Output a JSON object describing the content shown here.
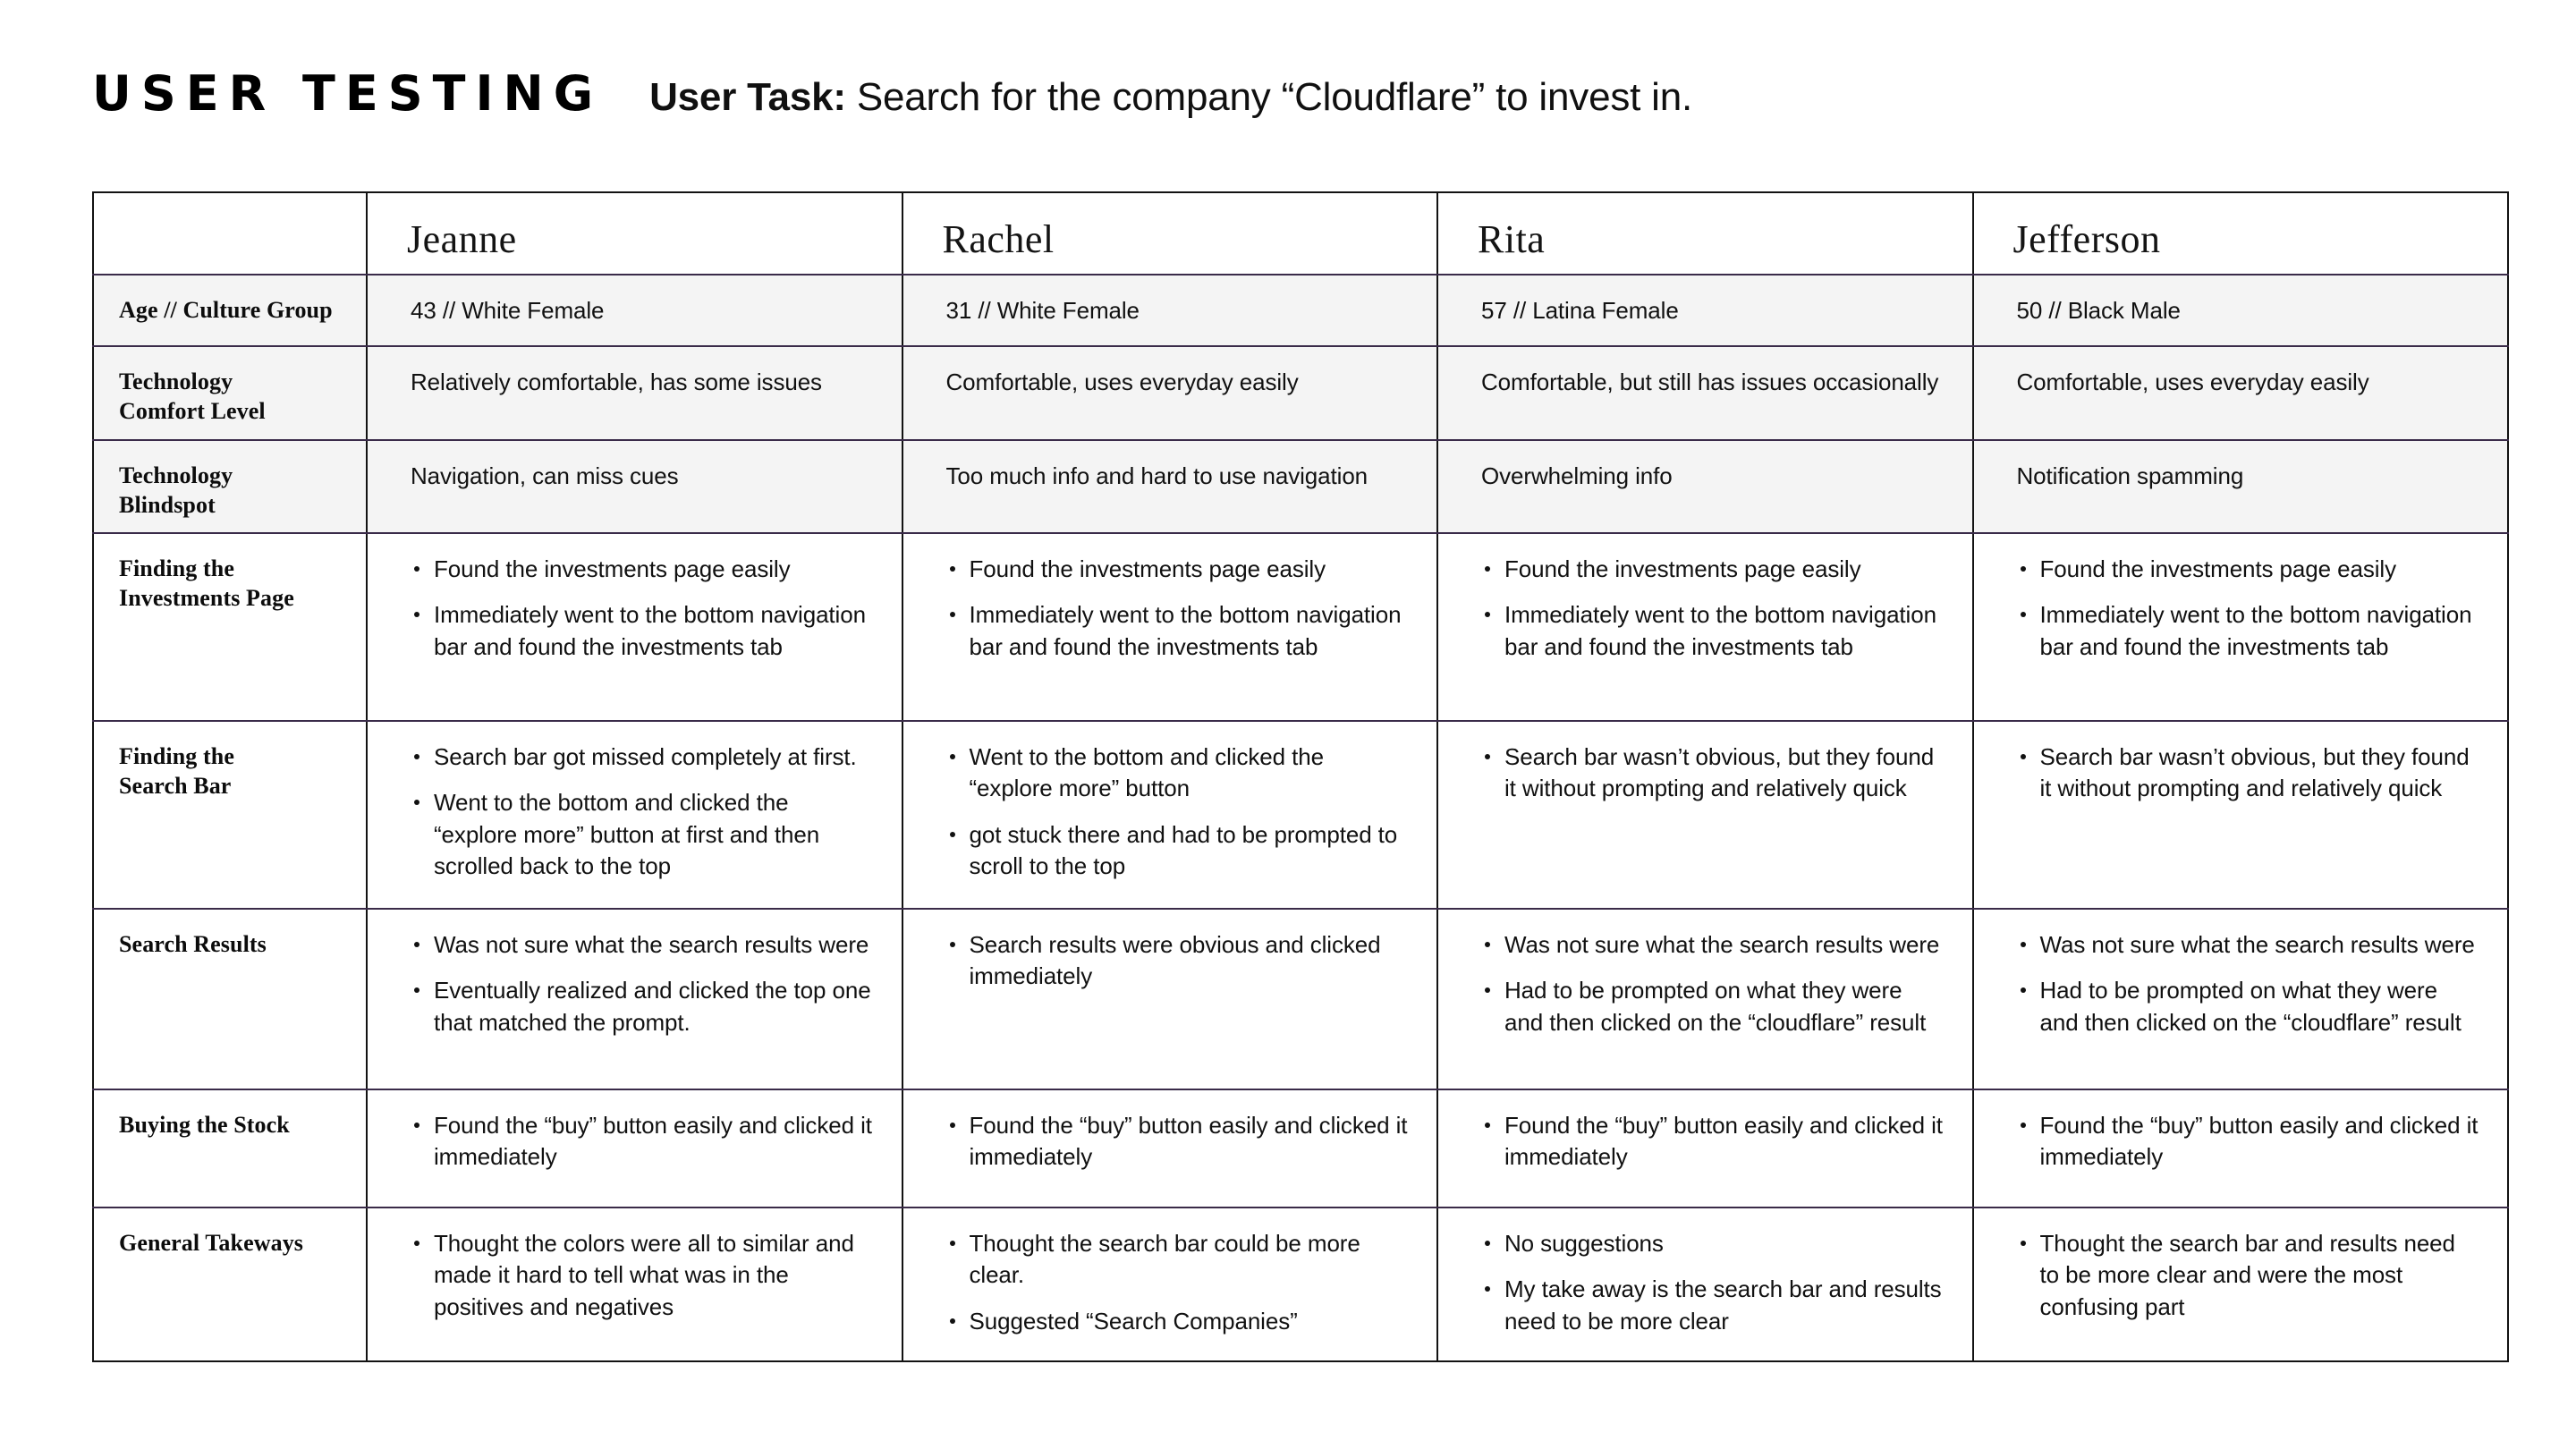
{
  "header": {
    "title": "USER TESTING",
    "task_label": "User Task:",
    "task_text": " Search for the company “Cloudflare” to invest in."
  },
  "table": {
    "corner_label": "",
    "users": [
      "Jeanne",
      "Rachel",
      "Rita",
      "Jefferson"
    ],
    "rows": [
      {
        "label": "Age // Culture Group",
        "type": "text",
        "shaded": true,
        "cells": [
          "43 // White Female",
          "31 // White Female",
          "57 // Latina Female",
          "50 // Black Male"
        ]
      },
      {
        "label": "Technology\nComfort Level",
        "label_line1": "Technology",
        "label_line2": "Comfort Level",
        "type": "text",
        "shaded": true,
        "cells": [
          "Relatively comfortable, has some issues",
          "Comfortable, uses everyday easily",
          "Comfortable, but still has issues occasionally",
          "Comfortable, uses everyday easily"
        ]
      },
      {
        "label_line1": "Technology",
        "label_line2": "Blindspot",
        "type": "text",
        "shaded": true,
        "cells": [
          "Navigation, can miss cues",
          "Too much info and hard to use navigation",
          "Overwhelming info",
          "Notification spamming"
        ]
      },
      {
        "label_line1": "Finding the",
        "label_line2": "Investments Page",
        "type": "bullets",
        "shaded": false,
        "cells": [
          [
            "Found the investments page easily",
            "Immediately went to the bottom navigation bar and found the investments tab"
          ],
          [
            "Found the investments page easily",
            "Immediately went to the bottom navigation bar and found the investments tab"
          ],
          [
            "Found the investments page easily",
            "Immediately went to the bottom navigation bar and found the investments tab"
          ],
          [
            "Found the investments page easily",
            "Immediately went to the bottom navigation bar and found the investments tab"
          ]
        ]
      },
      {
        "label_line1": "Finding the",
        "label_line2": "Search Bar",
        "type": "bullets",
        "shaded": false,
        "cells": [
          [
            "Search bar got missed completely at first.",
            "Went to the bottom and clicked the “explore more” button at first and then scrolled back to the top"
          ],
          [
            "Went to the bottom and clicked the “explore more” button",
            "got stuck there and had to be prompted to scroll to the top"
          ],
          [
            "Search bar wasn’t obvious, but they found it without prompting and relatively quick"
          ],
          [
            "Search bar wasn’t obvious, but they found it without prompting and relatively quick"
          ]
        ]
      },
      {
        "label_line1": "Search Results",
        "label_line2": "",
        "type": "bullets",
        "shaded": false,
        "cells": [
          [
            "Was not sure what the search results were",
            "Eventually realized and clicked the top one that matched the prompt."
          ],
          [
            "Search results were obvious and clicked immediately"
          ],
          [
            "Was not sure what the search results were",
            "Had to be prompted on what they were and then clicked on the “cloudflare” result"
          ],
          [
            "Was not sure what the search results were",
            "Had to be prompted on what they were and then clicked on the “cloudflare” result"
          ]
        ]
      },
      {
        "label_line1": "Buying the Stock",
        "label_line2": "",
        "type": "bullets",
        "shaded": false,
        "cells": [
          [
            "Found the “buy” button easily and clicked it immediately"
          ],
          [
            "Found the “buy” button easily and clicked it immediately"
          ],
          [
            "Found the “buy” button easily and clicked it immediately"
          ],
          [
            "Found the “buy” button easily and clicked it immediately"
          ]
        ]
      },
      {
        "label_line1": "General Takeways",
        "label_line2": "",
        "type": "bullets",
        "shaded": false,
        "cells": [
          [
            "Thought the colors were all to similar and made it hard to tell what was in the positives and negatives"
          ],
          [
            "Thought the search bar could be more clear.",
            "Suggested “Search Companies”"
          ],
          [
            "No suggestions",
            "My take away is the search bar and results need to be more clear"
          ],
          [
            "Thought the search bar and results need to be more clear and were the most confusing part"
          ]
        ]
      }
    ]
  },
  "colors": {
    "page_background": "#ffffff",
    "shaded_row": "#f4f4f4",
    "outer_border": "#121212",
    "row_divider": "#3a2b49",
    "text": "#111111"
  }
}
